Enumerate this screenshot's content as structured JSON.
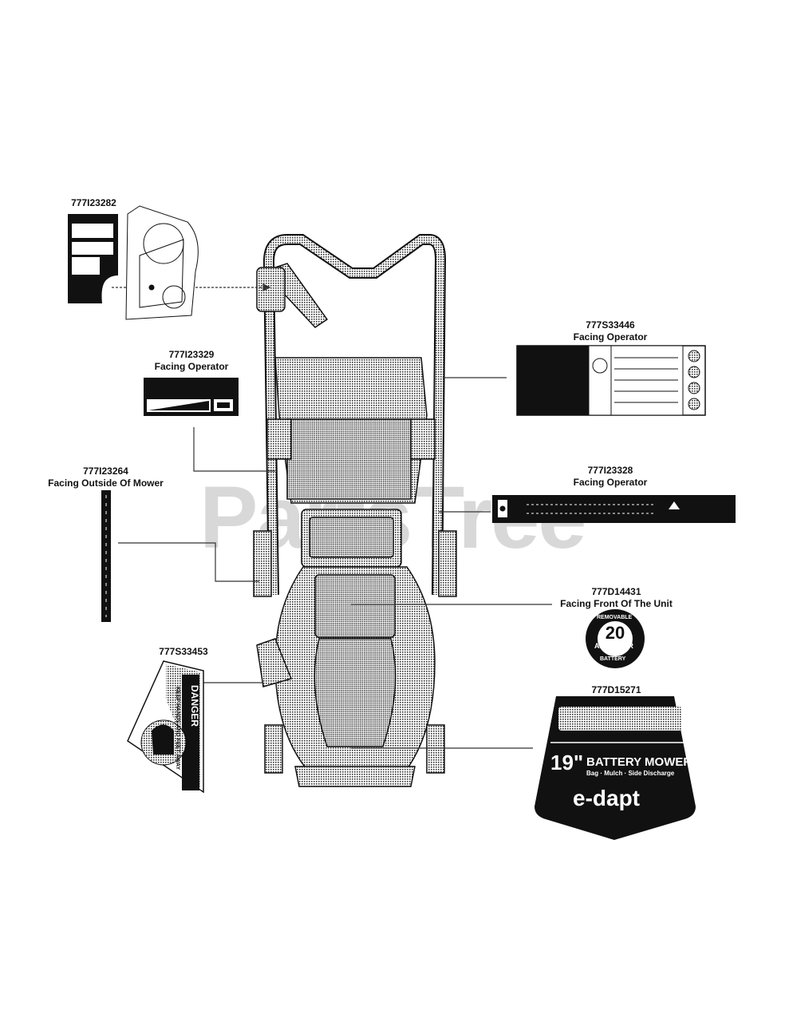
{
  "watermark": "PartsTree",
  "callouts": [
    {
      "id": "c1",
      "part": "777I23282",
      "note": ""
    },
    {
      "id": "c2",
      "part": "777I23329",
      "note": "Facing Operator"
    },
    {
      "id": "c3",
      "part": "777I23264",
      "note": "Facing Outside Of Mower"
    },
    {
      "id": "c4",
      "part": "777S33453",
      "note": ""
    },
    {
      "id": "c5",
      "part": "777S33446",
      "note": "Facing Operator"
    },
    {
      "id": "c6",
      "part": "777I23328",
      "note": "Facing Operator"
    },
    {
      "id": "c7",
      "part": "777D14431",
      "note": "Facing Front Of The Unit"
    },
    {
      "id": "c8",
      "part": "777D15271",
      "note": ""
    }
  ],
  "decals": {
    "amp_badge": {
      "top": "REMOVABLE",
      "number": "20",
      "middle": "AMP HOUR",
      "bottom": "BATTERY"
    },
    "hood": {
      "size": "19\"",
      "title": "BATTERY MOWER",
      "sub": "Bag · Mulch · Side Discharge",
      "logo": "e-dapt"
    },
    "danger": {
      "title": "DANGER",
      "line": "KEEP HANDS AND FEET AWAY"
    }
  }
}
